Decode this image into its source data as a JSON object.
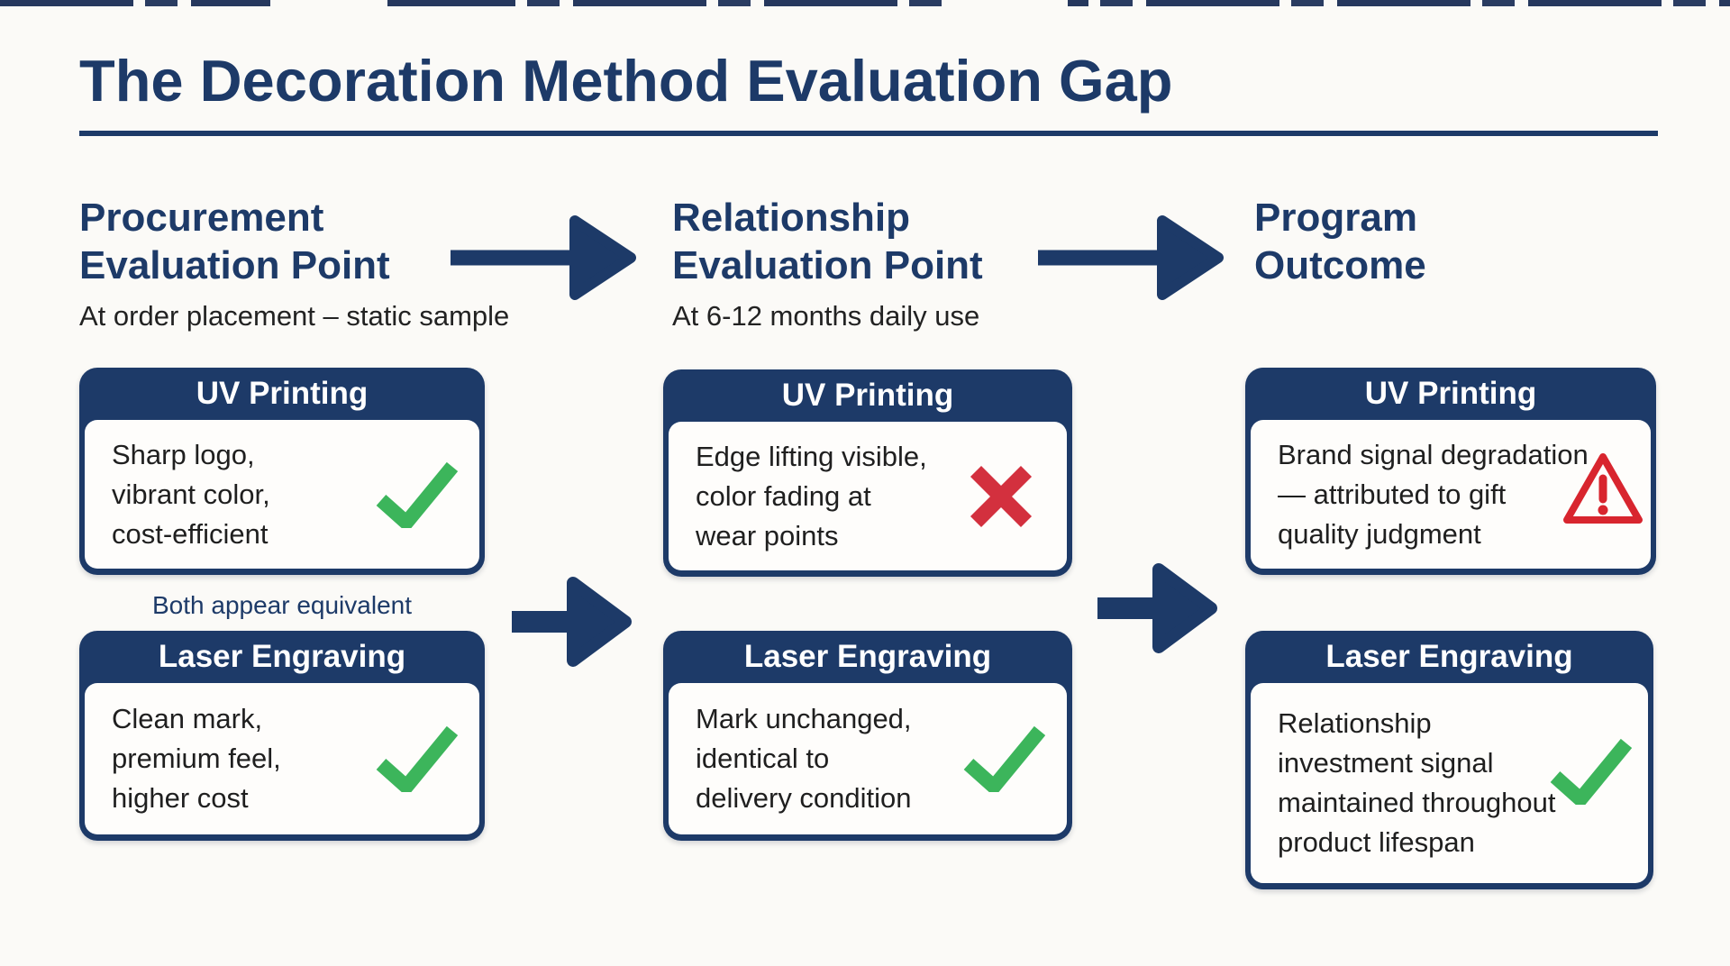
{
  "title": "The Decoration Method Evaluation Gap",
  "stages": [
    {
      "line1": "Procurement",
      "line2": "Evaluation Point",
      "subtitle": "At order placement – static sample"
    },
    {
      "line1": "Relationship",
      "line2": "Evaluation Point",
      "subtitle": "At 6-12 months daily use"
    },
    {
      "line1": "Program",
      "line2": "Outcome"
    }
  ],
  "note": "Both appear equivalent",
  "cards": [
    {
      "method": "UV Printing",
      "status": "check",
      "lines": [
        "Sharp logo,",
        "vibrant color,",
        "cost-efficient"
      ]
    },
    {
      "method": "Laser Engraving",
      "status": "check",
      "lines": [
        "Clean mark,",
        "premium feel,",
        "higher cost"
      ]
    },
    {
      "method": "UV Printing",
      "status": "cross",
      "lines": [
        "Edge lifting visible,",
        "color fading at",
        "wear points"
      ]
    },
    {
      "method": "Laser Engraving",
      "status": "check",
      "lines": [
        "Mark unchanged,",
        "identical to",
        "delivery condition"
      ]
    },
    {
      "method": "UV Printing",
      "status": "warning",
      "lines": [
        "Brand signal degradation",
        "— attributed to gift",
        "quality judgment"
      ]
    },
    {
      "method": "Laser Engraving",
      "status": "check",
      "lines": [
        "Relationship",
        "investment signal",
        "maintained throughout",
        "product lifespan"
      ]
    }
  ],
  "icons": {
    "check": "check-icon",
    "cross": "x-icon",
    "warning": "warning-triangle-icon",
    "flow": "arrow-right-icon"
  },
  "colors": {
    "navy": "#1d3a68",
    "green": "#3cb55b",
    "red": "#d3303e",
    "warning-red": "#d8252e",
    "ink": "#1f1f1f",
    "background": "#fbfaf7"
  }
}
